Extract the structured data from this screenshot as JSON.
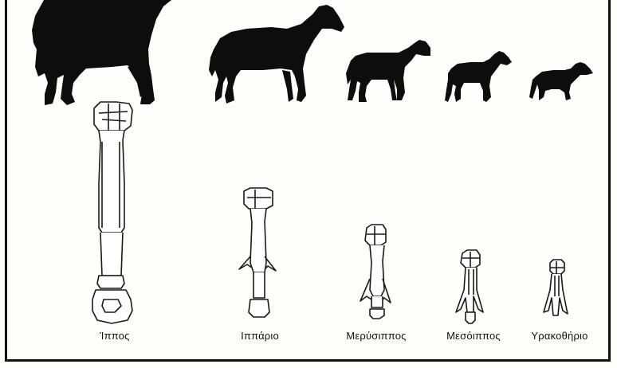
{
  "species": [
    {
      "id": "hippos",
      "label": "Ίππος"
    },
    {
      "id": "hipparion",
      "label": "Ιππάριο"
    },
    {
      "id": "merychippus",
      "label": "Μερύσιππος"
    },
    {
      "id": "mesohippus",
      "label": "Μεσόιππος"
    },
    {
      "id": "hyracotherium",
      "label": "Υρακοθήριο"
    }
  ],
  "colors": {
    "silhouette": "#0d0d0d",
    "bone_outline": "#1a1a1a",
    "background": "#fdfdfb"
  }
}
